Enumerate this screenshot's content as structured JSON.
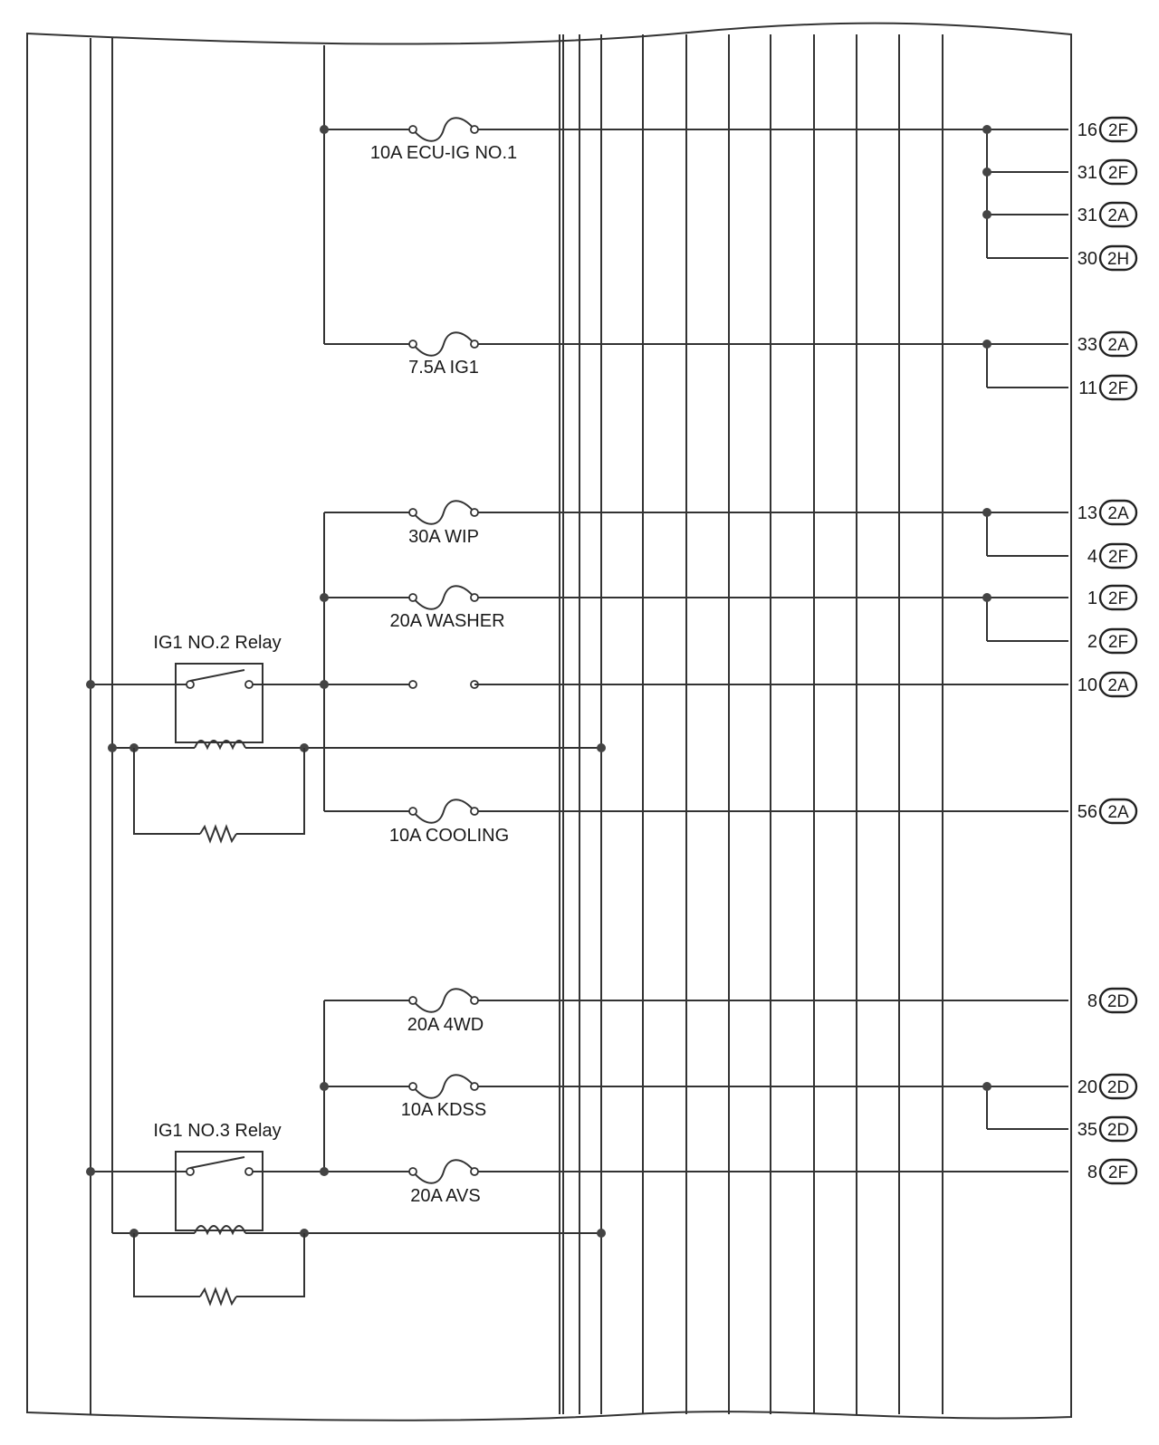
{
  "fuses": [
    {
      "label": "10A ECU-IG NO.1"
    },
    {
      "label": "7.5A IG1"
    },
    {
      "label": "30A WIP"
    },
    {
      "label": "20A WASHER"
    },
    {
      "label": "10A COOLING"
    },
    {
      "label": "20A 4WD"
    },
    {
      "label": "10A KDSS"
    },
    {
      "label": "20A AVS"
    }
  ],
  "relays": [
    {
      "label": "IG1 NO.2 Relay"
    },
    {
      "label": "IG1 NO.3 Relay"
    }
  ],
  "outputs": [
    {
      "pin": "16",
      "connector": "2F"
    },
    {
      "pin": "31",
      "connector": "2F"
    },
    {
      "pin": "31",
      "connector": "2A"
    },
    {
      "pin": "30",
      "connector": "2H"
    },
    {
      "pin": "33",
      "connector": "2A"
    },
    {
      "pin": "11",
      "connector": "2F"
    },
    {
      "pin": "13",
      "connector": "2A"
    },
    {
      "pin": "4",
      "connector": "2F"
    },
    {
      "pin": "1",
      "connector": "2F"
    },
    {
      "pin": "2",
      "connector": "2F"
    },
    {
      "pin": "10",
      "connector": "2A"
    },
    {
      "pin": "56",
      "connector": "2A"
    },
    {
      "pin": "8",
      "connector": "2D"
    },
    {
      "pin": "20",
      "connector": "2D"
    },
    {
      "pin": "35",
      "connector": "2D"
    },
    {
      "pin": "8",
      "connector": "2F"
    }
  ]
}
